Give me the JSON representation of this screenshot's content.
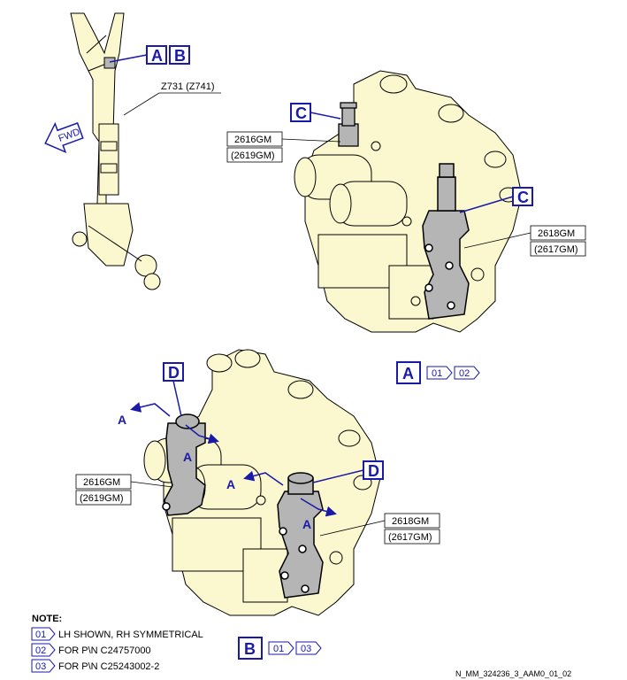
{
  "callouts": {
    "a": "A",
    "b": "B",
    "c": "C",
    "d": "D"
  },
  "gear_label": "Z731 (Z741)",
  "fwd": "FWD",
  "view_a": {
    "title": "A",
    "tags": [
      "01",
      "02"
    ],
    "part1": "2616GM",
    "part1_alt": "(2619GM)",
    "part2": "2618GM",
    "part2_alt": "(2617GM)"
  },
  "view_b": {
    "title": "B",
    "tags": [
      "01",
      "03"
    ],
    "part1": "2616GM",
    "part1_alt": "(2619GM)",
    "part2": "2618GM",
    "part2_alt": "(2617GM)"
  },
  "section_arrow": "A",
  "notes": {
    "heading": "NOTE:",
    "items": [
      {
        "num": "01",
        "text": "LH SHOWN, RH SYMMETRICAL"
      },
      {
        "num": "02",
        "text": "FOR P\\N C24757000"
      },
      {
        "num": "03",
        "text": "FOR P\\N C25243002-2"
      }
    ]
  },
  "doc_ref": "N_MM_324236_3_AAM0_01_02",
  "colors": {
    "callout": "#1a1aa8",
    "body": "#fbf8cf",
    "valve": "#b5b5b5"
  }
}
